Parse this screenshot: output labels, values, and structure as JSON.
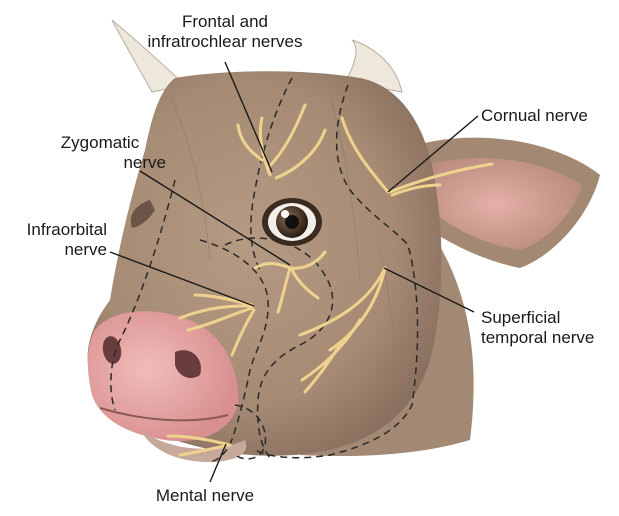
{
  "labels": {
    "frontal": [
      "Frontal and",
      "infratrochlear nerves"
    ],
    "zygomatic": [
      "Zygomatic",
      "nerve"
    ],
    "infraorbital": [
      "Infraorbital",
      "nerve"
    ],
    "cornual": [
      "Cornual nerve"
    ],
    "superficial_temporal": [
      "Superficial",
      "temporal nerve"
    ],
    "mental": [
      "Mental nerve"
    ]
  },
  "colors": {
    "fur": "#a58a74",
    "fur_dark": "#7d6656",
    "nerve": "#efd28e",
    "muzzle": "#e4a4a2",
    "ear_inner": "#d9a29a",
    "horn": "#ede7dc",
    "leader": "#1a1a1a",
    "region_outline": "#2a2a2a"
  }
}
